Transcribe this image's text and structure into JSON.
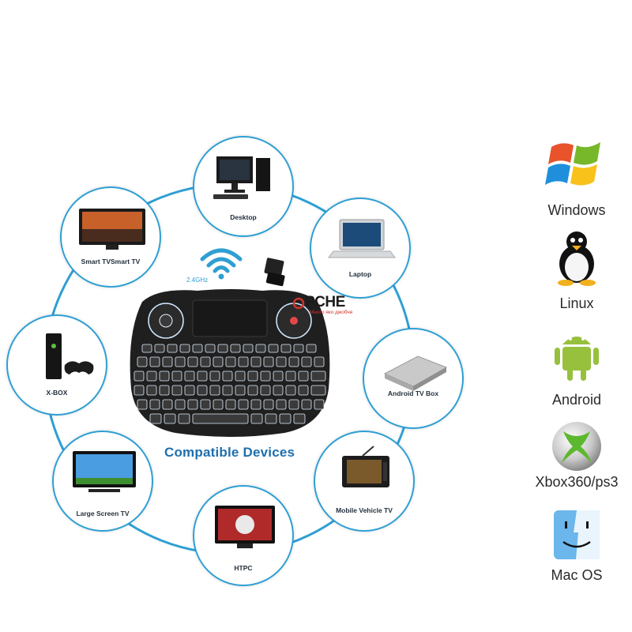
{
  "caption": "Compatible Devices",
  "wifi_label": "2.4GHz",
  "watermark": {
    "main": "PCHE",
    "sub": "Много яко джобче"
  },
  "devices": [
    {
      "label": "Desktop"
    },
    {
      "label": "Laptop"
    },
    {
      "label": "Android TV Box"
    },
    {
      "label": "Mobile Vehicle TV"
    },
    {
      "label": "HTPC"
    },
    {
      "label": "Large Screen TV"
    },
    {
      "label": "X-BOX"
    },
    {
      "label": "Smart TVSmart TV"
    }
  ],
  "os_list": [
    {
      "label": "Windows",
      "icon": "windows-logo-icon"
    },
    {
      "label": "Linux",
      "icon": "tux-penguin-icon"
    },
    {
      "label": "Android",
      "icon": "android-robot-icon"
    },
    {
      "label": "Xbox360/ps3",
      "icon": "xbox-logo-icon"
    },
    {
      "label": "Mac OS",
      "icon": "mac-finder-icon"
    }
  ],
  "colors": {
    "ring": "#2f9fd3",
    "caption": "#1e6fae",
    "keyboard": "#222222",
    "key_glow": "#e6f4ff"
  }
}
